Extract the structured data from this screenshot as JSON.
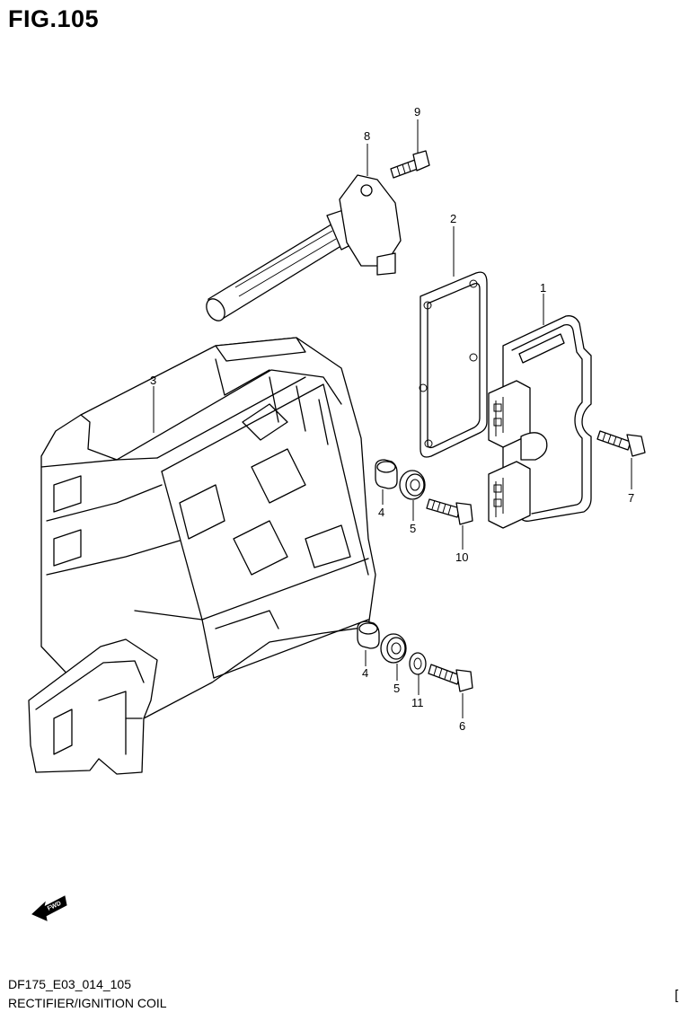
{
  "figure": {
    "title": "FIG.105",
    "code": "DF175_E03_014_105",
    "name": "RECTIFIER/IGNITION COIL",
    "corner_mark": "["
  },
  "callouts": [
    "1",
    "2",
    "3",
    "4",
    "5",
    "10",
    "4",
    "5",
    "11",
    "6",
    "7",
    "8",
    "9"
  ],
  "fwd_label": "FWD",
  "colors": {
    "line": "#000000",
    "background": "#ffffff"
  }
}
